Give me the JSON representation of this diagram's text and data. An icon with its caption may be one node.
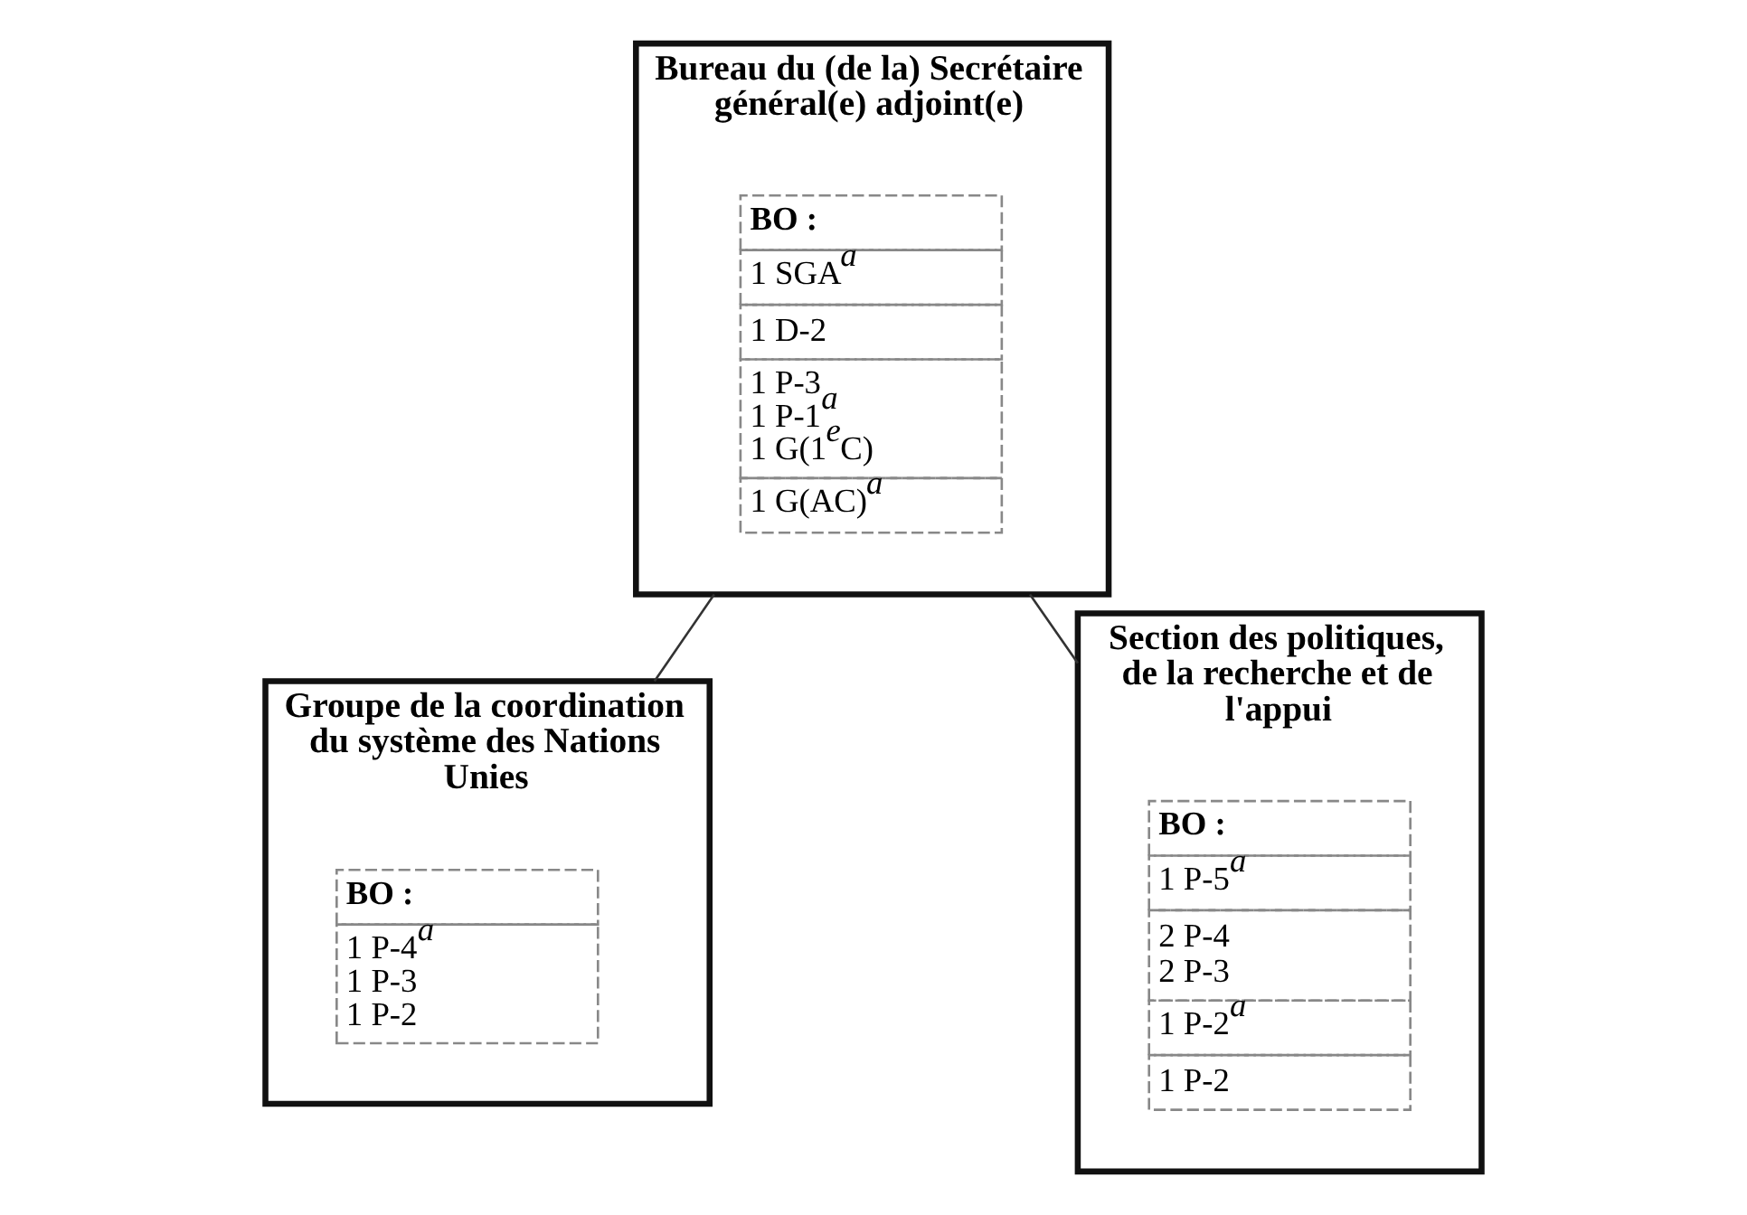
{
  "diagram": {
    "nodes": [
      {
        "text": [
          "Bureau du (de la) Secrétaire général(e) adjoint(e)"
        ]
      },
      {
        "text": [
          "BO :",
          "1 SGA$^{a}$",
          "1 D-2",
          "1 P-3",
          "1 P-1$^{a}$",
          "1 G(1$^{e}$C)",
          "1 G(AC)$^{a}$"
        ],
        "in": 0
      },
      {
        "text": [
          "Groupe de la coordination du système des Nations Unies"
        ]
      },
      {
        "text": [
          "BO :",
          "1 P-4$^{a}$",
          "1 P-3",
          "1 P-2"
        ],
        "in": 2
      },
      {
        "text": [
          "Section des politiques, de la recherche et de l'appui"
        ]
      },
      {
        "text": [
          "BO :",
          "1 P-5$^{a}$",
          "2 P-4",
          "2 P-3",
          "1 P-2$^{a}$",
          "1 P-2"
        ],
        "in": 4
      }
    ],
    "edges": [
      {
        "from": 0,
        "to": 2,
        "arrow": "none"
      },
      {
        "from": 0,
        "to": 4,
        "arrow": "none"
      }
    ]
  }
}
